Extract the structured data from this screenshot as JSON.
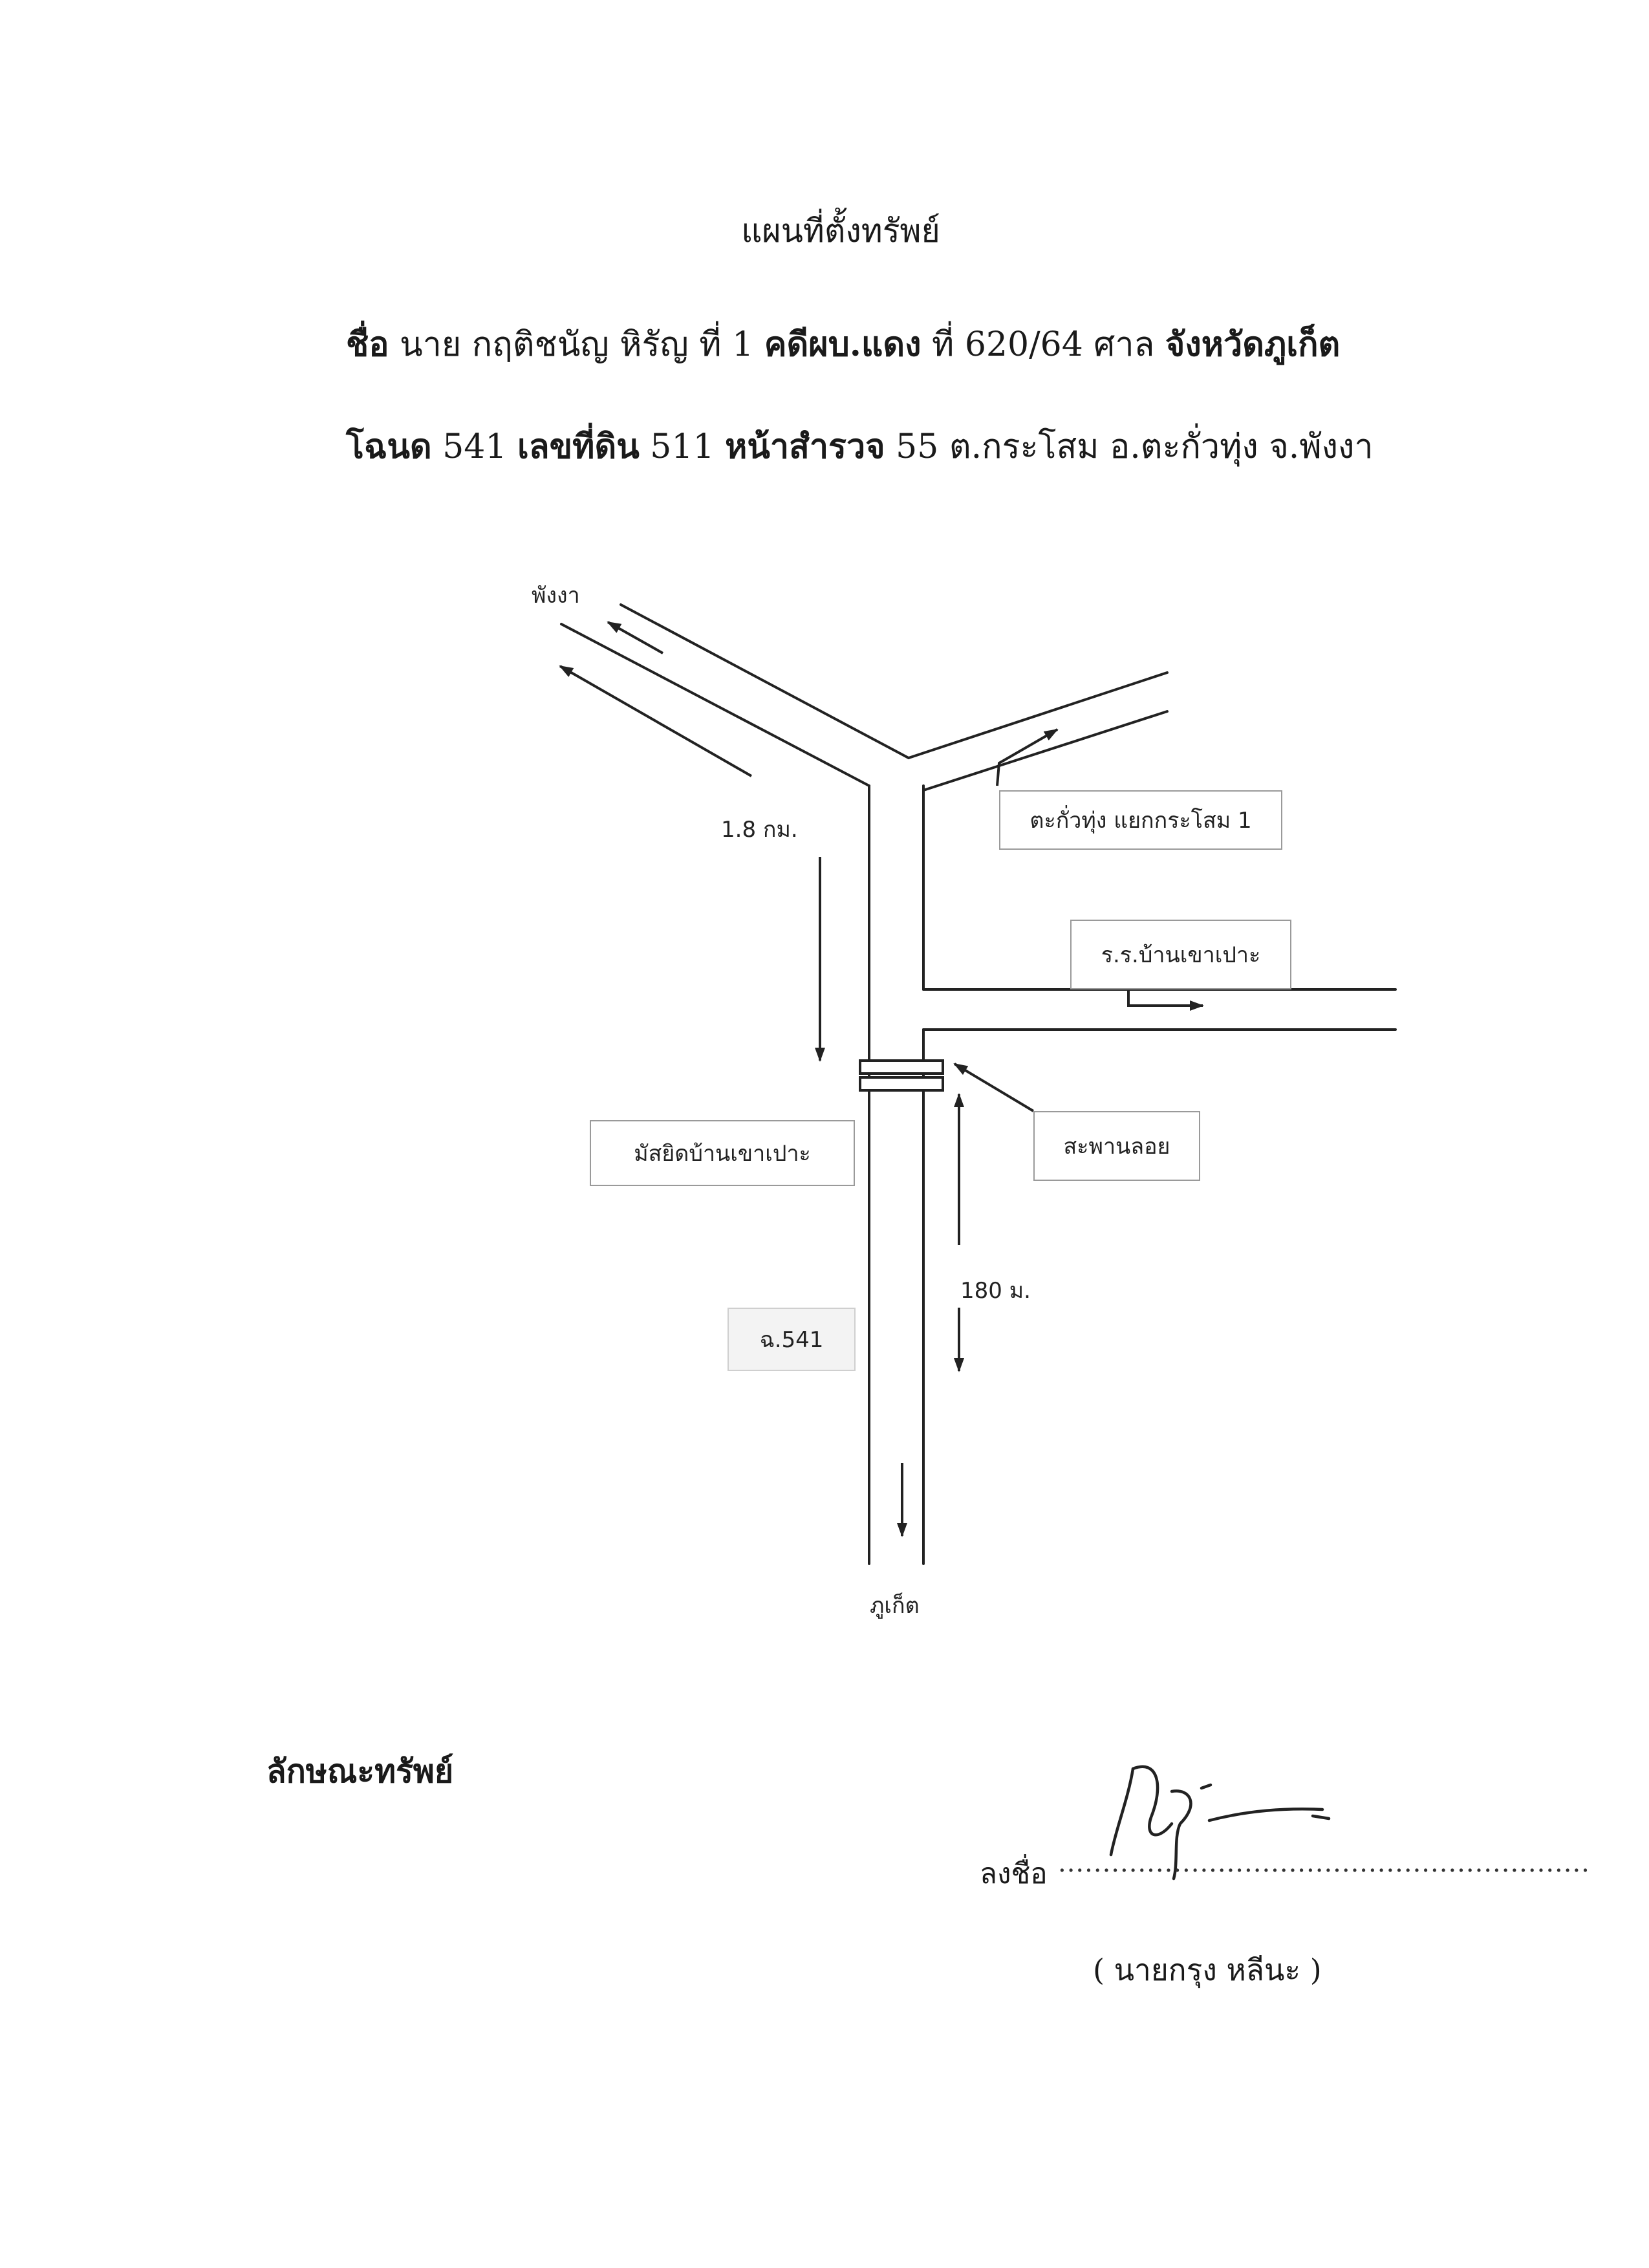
{
  "title": "แผนที่ตั้งทรัพย์",
  "name_line": {
    "label": "ชื่อ",
    "text": "นาย กฤติชนัญ  หิรัญ  ที่ 1 ",
    "case_label": "คดีผบ.แดง",
    "case_text": " ที่ 620/64 ศาล ",
    "province": "จังหวัดภูเก็ต"
  },
  "deed_line": {
    "label": "โฉนด",
    "text": " 541 ",
    "land_no_label": "เลขที่ดิน",
    "land_no": " 511 ",
    "survey_label": "หน้าสำรวจ",
    "survey_text": " 55 ต.กระโสม อ.ตะกั่วทุ่ง จ.พังงา"
  },
  "map": {
    "label_top_left": "พังงา",
    "distance_1": "1.8 กม.",
    "box_junction": "ตะกั่วทุ่ง แยกกระโสม 1",
    "box_school": "ร.ร.บ้านเขาเปาะ",
    "box_mosque": "มัสยิดบ้านเขาเปาะ",
    "box_bridge": "สะพานลอย",
    "distance_2": "180 ม.",
    "box_deed": "ฉ.541",
    "label_bottom": "ภูเก็ต"
  },
  "section_heading": "ลักษณะทรัพย์",
  "signature": {
    "sign_label": "ลงชื่อ",
    "dots": "............................................................",
    "signer_name": "(  นายกรุง หลีนะ )"
  }
}
